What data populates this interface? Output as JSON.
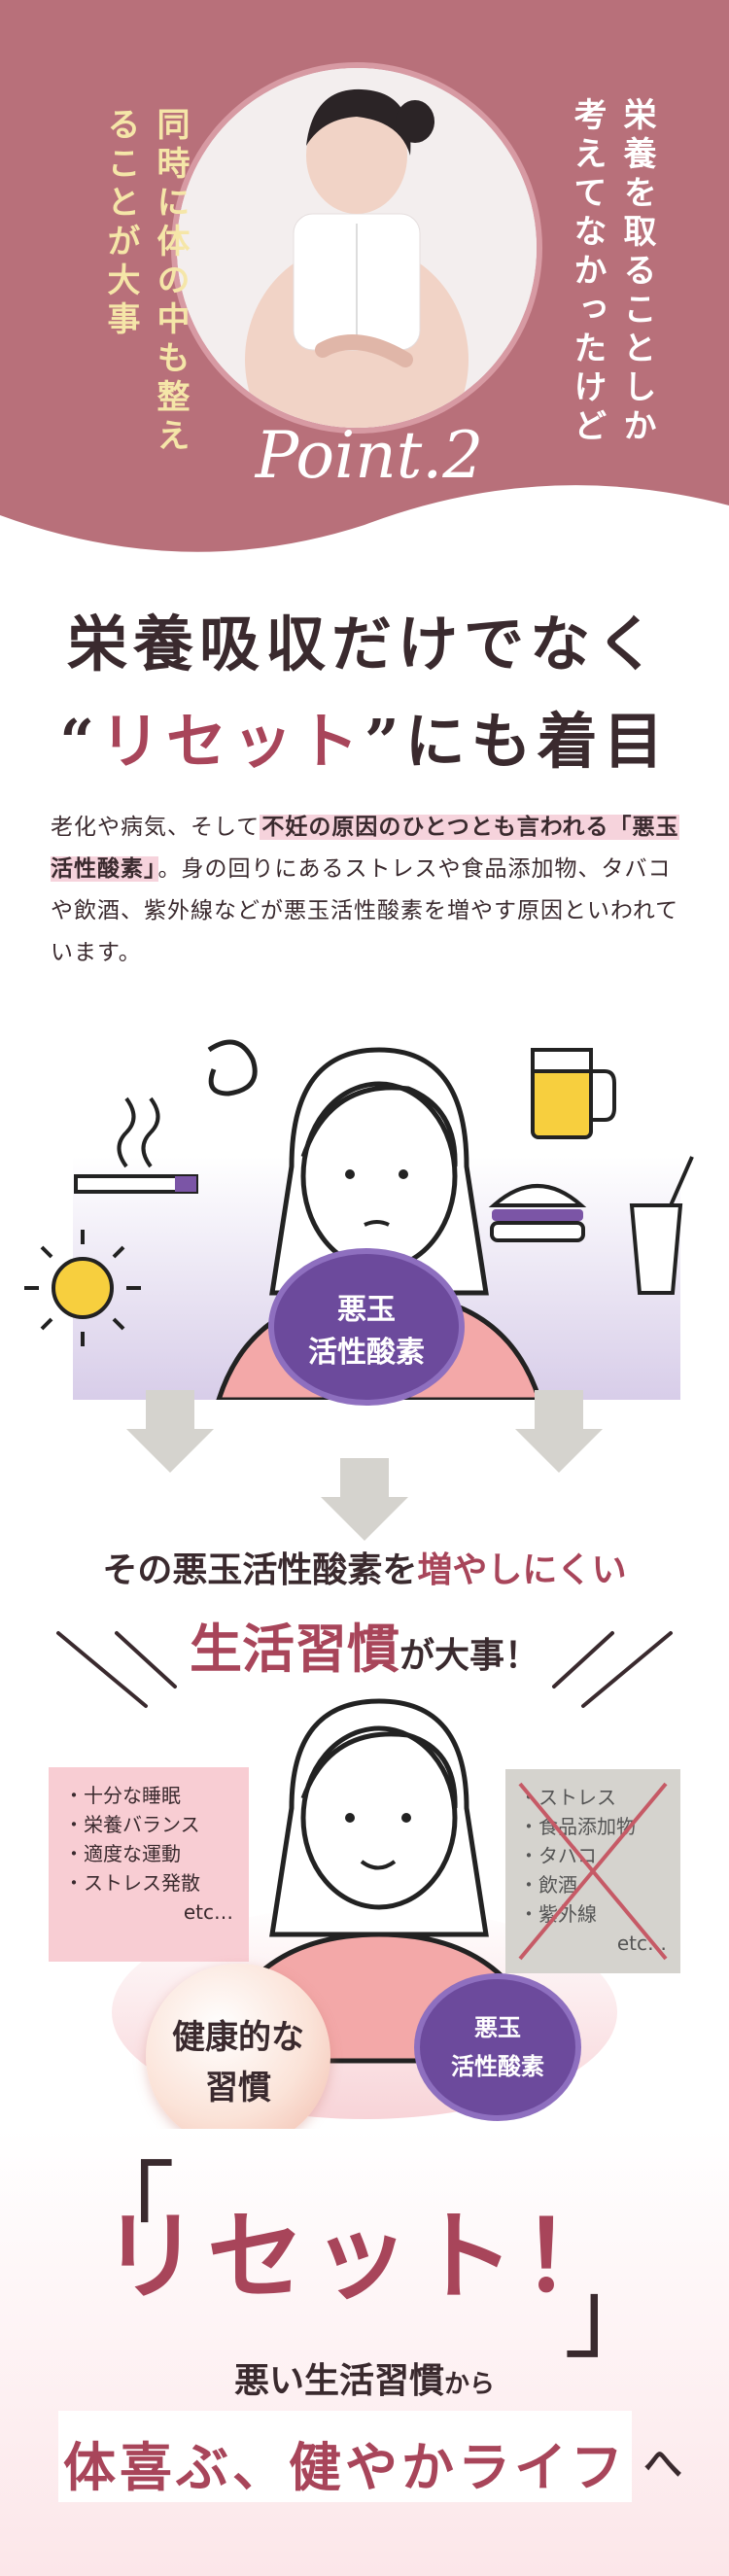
{
  "hero": {
    "right_text": "栄養を取ることしか考えてなかったけど",
    "left_text": "同時に体の中も整えることが大事",
    "point_label": "Point.2"
  },
  "section1": {
    "title_line1": "栄養吸収だけでなく",
    "title_line2_open": "“",
    "title_line2_accent": "リセット",
    "title_line2_close": "”にも着目",
    "body_part1": "老化や病気、そして",
    "body_highlight1": "不妊の原因のひとつとも言われる「悪玉活性酸素」",
    "body_part2": "。身の回りにあるストレスや食品添加物、タバコや飲酒、紫外線などが悪玉活性酸素を増やす原因といわれています。",
    "badge_line1": "悪玉",
    "badge_line2": "活性酸素"
  },
  "section2": {
    "line1_pre": "その",
    "line1_mid": "悪玉活性酸素",
    "line1_post1": "を",
    "line1_accent": "増やしにくい",
    "line2_accent": "生活習慣",
    "line2_post": "が大事！",
    "good_list": [
      "・十分な睡眠",
      "・栄養バランス",
      "・適度な運動",
      "・ストレス発散"
    ],
    "good_etc": "etc…",
    "bad_list": [
      "・ストレス",
      "・食品添加物",
      "・タバコ",
      "・飲酒",
      "・紫外線"
    ],
    "bad_etc": "etc…",
    "healthy_line1": "健康的な",
    "healthy_line2": "習慣",
    "bad_badge_line1": "悪玉",
    "bad_badge_line2": "活性酸素"
  },
  "section3": {
    "reset_open": "「",
    "reset": "リセット！",
    "reset_close": "」",
    "from_accent": "悪い生活習慣",
    "from_post": "から",
    "lifestyle": "体喜ぶ、健やかライフ",
    "to": "へ"
  },
  "colors": {
    "rose": "#b8707a",
    "accent": "#a8455a",
    "purple": "#6c4a9c",
    "yellow": "#f5e6a8",
    "grey": "#d5d3ce"
  }
}
